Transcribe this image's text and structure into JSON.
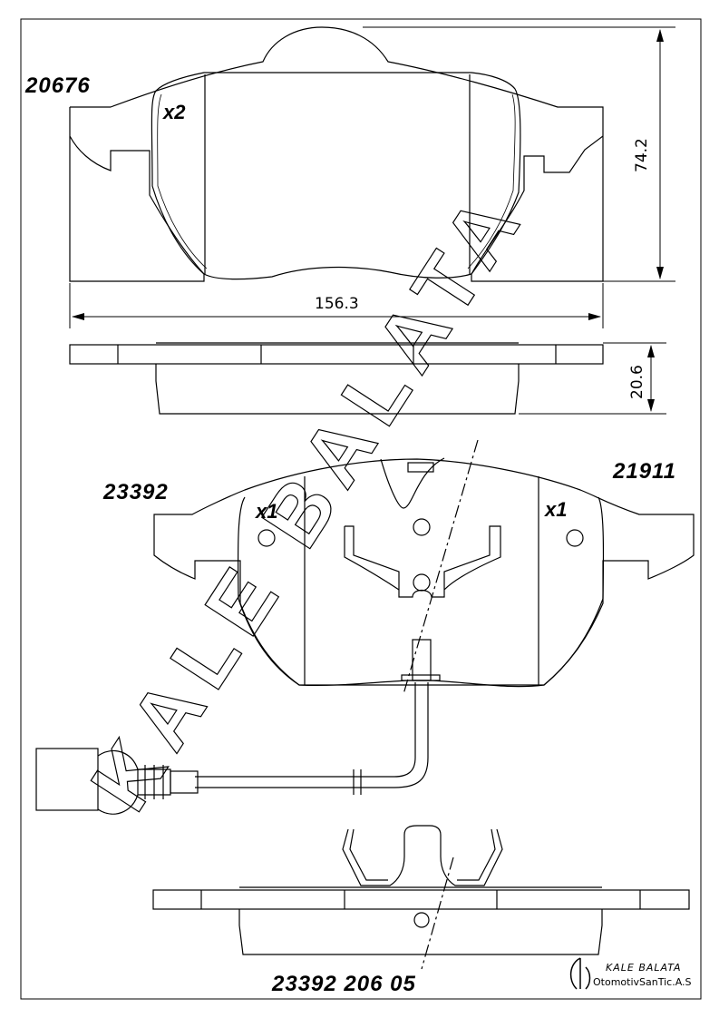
{
  "labels": {
    "top_part": "20676",
    "top_qty": "x2",
    "mid_left_part": "23392",
    "mid_right_part": "21911",
    "mid_left_qty": "x1",
    "mid_right_qty": "x1",
    "bottom_code": "23392 206 05"
  },
  "dimensions": {
    "width": "156.3",
    "height": "74.2",
    "thickness": "20.6"
  },
  "watermark": "KALE BALATA",
  "logo": {
    "brand": "KALE BALATA",
    "company": "OtomotivSanTic.A.S"
  },
  "colors": {
    "line": "#000000",
    "watermark": "#000000"
  }
}
